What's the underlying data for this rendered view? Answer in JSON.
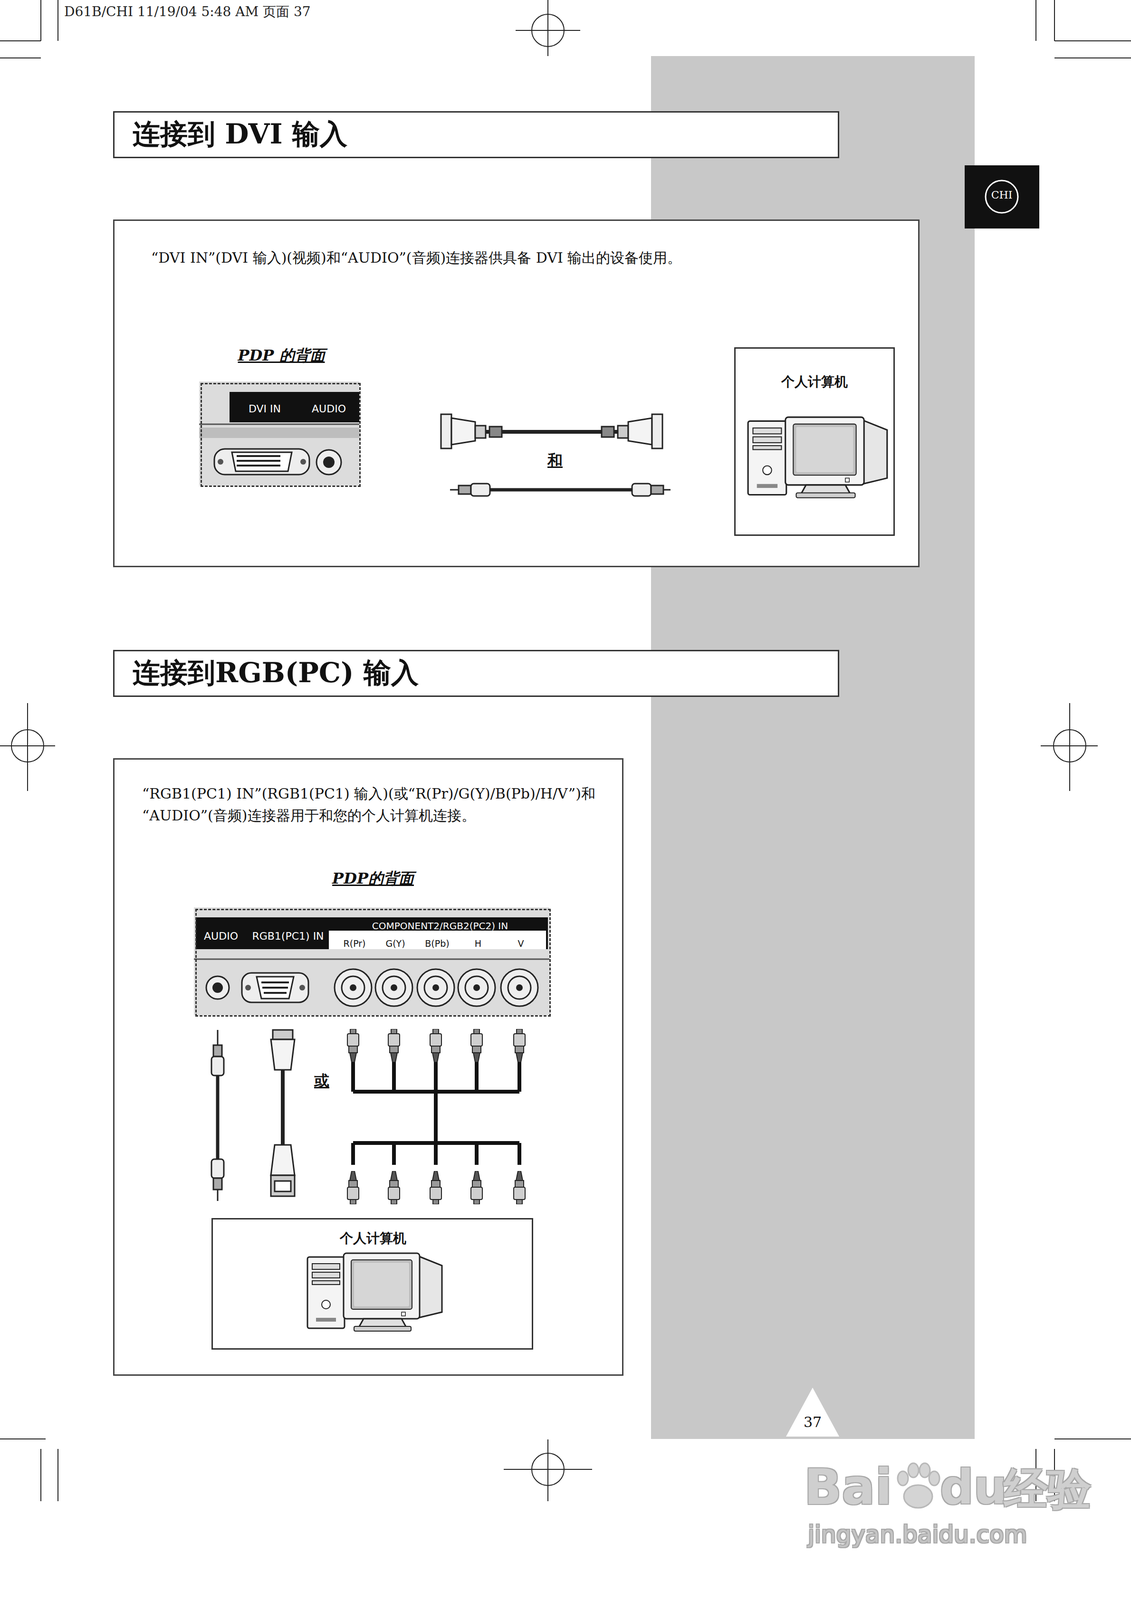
{
  "diagram": {
    "nodes": [
      {
        "text": [
          "连接到 DVI 输入"
        ]
      },
      {
        "text": [
          "“DVI IN”(DVI 输入)(视频)和“AUDIO”(音频)连接器供具备 DVI 输出的设备使用。"
        ]
      },
      {
        "text": [
          "PDP 的背面",
          "DVI IN",
          "AUDIO"
        ],
        "in": 1
      },
      {
        "text": [
          "个人计算机"
        ],
        "in": 1
      },
      {
        "text": [
          "连接到RGB(PC) 输入"
        ]
      },
      {
        "text": [
          "“RGB1(PC1) IN”(RGB1(PC1) 输入)(或“R(Pr)/G(Y)/B(Pb)/H/V”)和“AUDIO”(音频)连接器用于和您的个人计算机连接。"
        ]
      },
      {
        "text": [
          "PDP的背面",
          "AUDIO",
          "RGB1(PC1) IN",
          "COMPONENT2/RGB2(PC2) IN",
          "R(Pr)",
          "G(Y)",
          "B(Pb)",
          "H",
          "V"
        ],
        "in": 5
      },
      {
        "text": [
          "个人计算机"
        ],
        "in": 5
      }
    ],
    "labels": [
      "D61B/CHI 11/19/04 5:48 AM 页面 37",
      "CHI",
      "和",
      "或",
      "37",
      "Bai",
      "du",
      "经验",
      "jingyan.baidu.com"
    ]
  }
}
